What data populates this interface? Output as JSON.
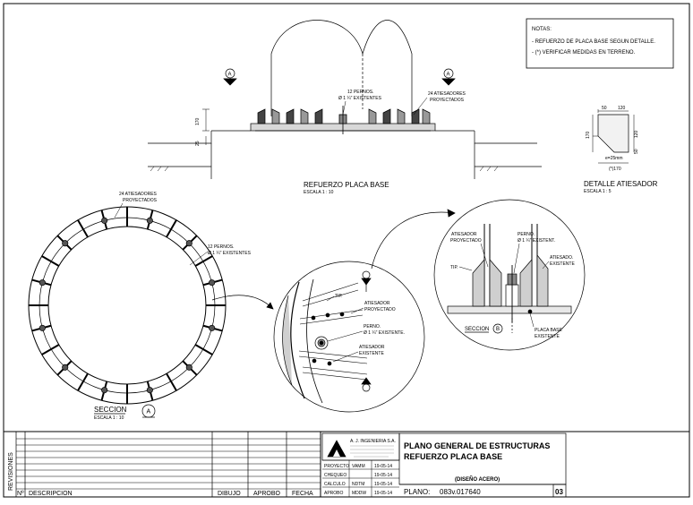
{
  "notes": {
    "heading": "NOTAS:",
    "line1": "-  REFUERZO DE PLACA BASE SEGUN DETALLE.",
    "line2": "-  (*) VERIFICAR MEDIDAS EN TERRENO."
  },
  "elevation": {
    "section_marker": "A",
    "bolts_label_1": "12 PERNOS.",
    "bolts_label_2": "Ø 1 ¼\" EXISTENTES",
    "stiffeners_label_1": "24 ATIESADORES",
    "stiffeners_label_2": "PROYECTADOS",
    "dim_170": "170",
    "dim_25": "25",
    "title": "REFUERZO PLACA BASE",
    "scale": "ESCALA 1 : 10"
  },
  "stiffener_detail": {
    "dim_50": "50",
    "dim_120_top": "120",
    "dim_170": "170",
    "dim_120_side": "120",
    "dim_50_side": "50",
    "thickness": "e=25mm",
    "bottom_dim": "(*)170",
    "title": "DETALLE ATIESADOR",
    "scale": "ESCALA 1 : 5"
  },
  "section_view": {
    "stiffeners_label_1": "24 ATIESADORES",
    "stiffeners_label_2": "PROYECTADOS",
    "bolts_label_1": "12 PERNOS.",
    "bolts_label_2": "Ø 1 ¼\" EXISTENTES",
    "title": "SECCION",
    "marker": "A",
    "scale": "ESCALA 1 : 10"
  },
  "zoom_plan": {
    "tip": "TIP.",
    "stiffener_new_1": "ATIESADOR",
    "stiffener_new_2": "PROYECTADO",
    "bolt_1": "PERNO.",
    "bolt_2": "Ø 1 ¼\" EXISTENTE.",
    "stiffener_exist_1": "ATIESADOR",
    "stiffener_exist_2": "EXISTENTE"
  },
  "zoom_section": {
    "stiffener_new_1": "ATIESADOR",
    "stiffener_new_2": "PROYECTADO",
    "bolt_1": "PERNO.",
    "bolt_2": "Ø 1 ¼\" EXISTENT.",
    "tip": "TIP.",
    "stiffener_exist_1": "ATIESADO.",
    "stiffener_exist_2": "EXISTENTE",
    "section_label": "SECCION",
    "section_marker": "B",
    "plate_1": "PLACA BASE",
    "plate_2": "EXISTENTE"
  },
  "title_block": {
    "revisions": "REVISIONES",
    "col_no": "Nº",
    "col_desc": "DESCRIPCION",
    "col_dibujo": "DIBUJO",
    "col_aprobo": "APROBO",
    "col_fecha": "FECHA",
    "company": "A. J. INGENIERIA S.A.",
    "main_title": "PLANO GENERAL DE ESTRUCTURAS",
    "sub_title": "REFUERZO PLACA BASE",
    "design": "(DISEÑO ACERO)",
    "row_proyecto": "PROYECTO",
    "row_chequeo": "CHEQUEO",
    "row_calculo": "CALCULO",
    "row_aprobo": "APROBO",
    "sign_1": "VAMM",
    "sign_2": "NDTM",
    "sign_3": "MDDW",
    "date_1": "19-05-14",
    "date_2": "19-05-14",
    "date_3": "19-05-14",
    "date_4": "19-05-14",
    "plano_label": "PLANO:",
    "plano_no": "083v.017640",
    "sheet_no": "03"
  }
}
